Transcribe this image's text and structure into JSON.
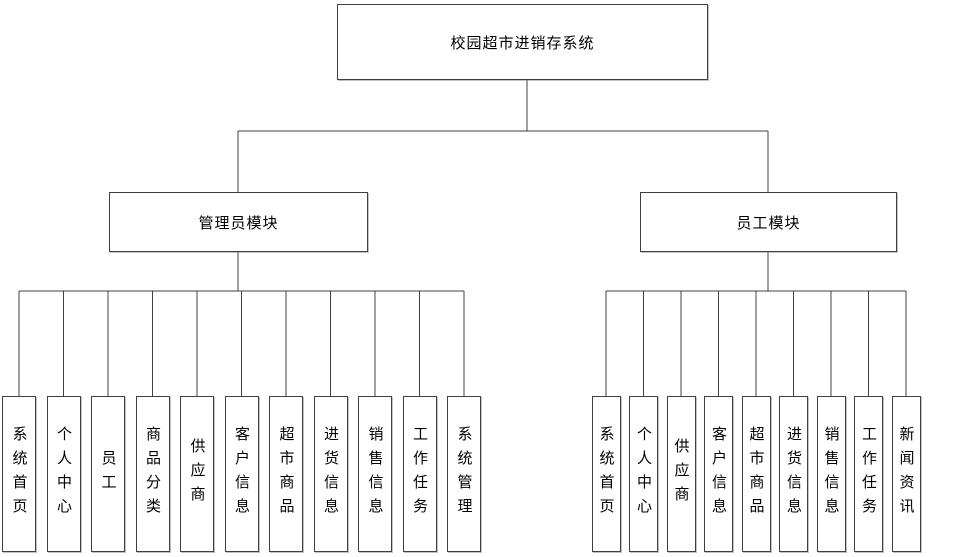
{
  "diagram": {
    "root": {
      "label": "校园超市进销存系统"
    },
    "modules": [
      {
        "label": "管理员模块",
        "children": [
          "系统首页",
          "个人中心",
          "员工",
          "商品分类",
          "供应商",
          "客户信息",
          "超市商品",
          "进货信息",
          "销售信息",
          "工作任务",
          "系统管理"
        ]
      },
      {
        "label": "员工模块",
        "children": [
          "系统首页",
          "个人中心",
          "供应商",
          "客户信息",
          "超市商品",
          "进货信息",
          "销售信息",
          "工作任务",
          "新闻资讯"
        ]
      }
    ],
    "colors": {
      "line": "#404040",
      "box_border": "#404040",
      "background": "#ffffff",
      "text": "#000000"
    }
  }
}
